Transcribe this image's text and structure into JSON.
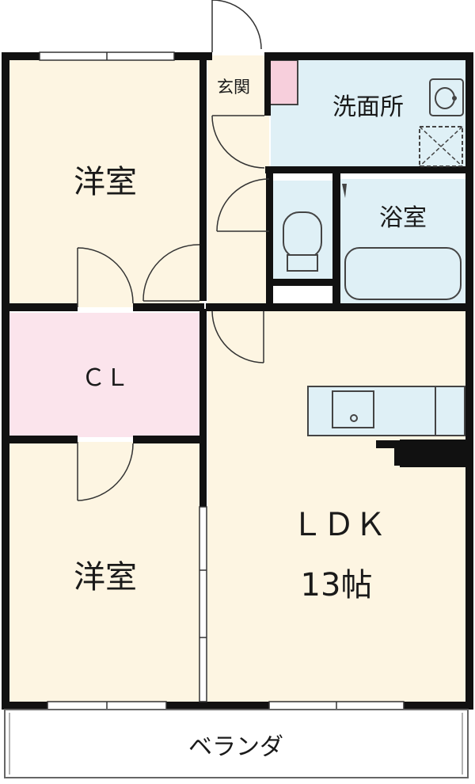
{
  "rooms": {
    "bedroom_top": "洋室",
    "bedroom_bottom": "洋室",
    "closet": "ＣＬ",
    "ldk_name": "ＬＤＫ",
    "ldk_size": "13帖",
    "entrance": "玄関",
    "washroom": "洗面所",
    "bathroom": "浴室",
    "veranda": "ベランダ"
  },
  "colors": {
    "wall": "#111111",
    "room_floor": "#fdf5e2",
    "closet_floor": "#fbe4ec",
    "wet_area": "#dff0f6",
    "shoe_box": "#f7cfdc",
    "veranda": "#ffffff"
  },
  "icons": [
    "door-swing-icon",
    "window-icon",
    "toilet-icon",
    "sink-icon",
    "bathtub-icon",
    "washing-machine-pan-icon",
    "kitchen-counter-icon"
  ]
}
